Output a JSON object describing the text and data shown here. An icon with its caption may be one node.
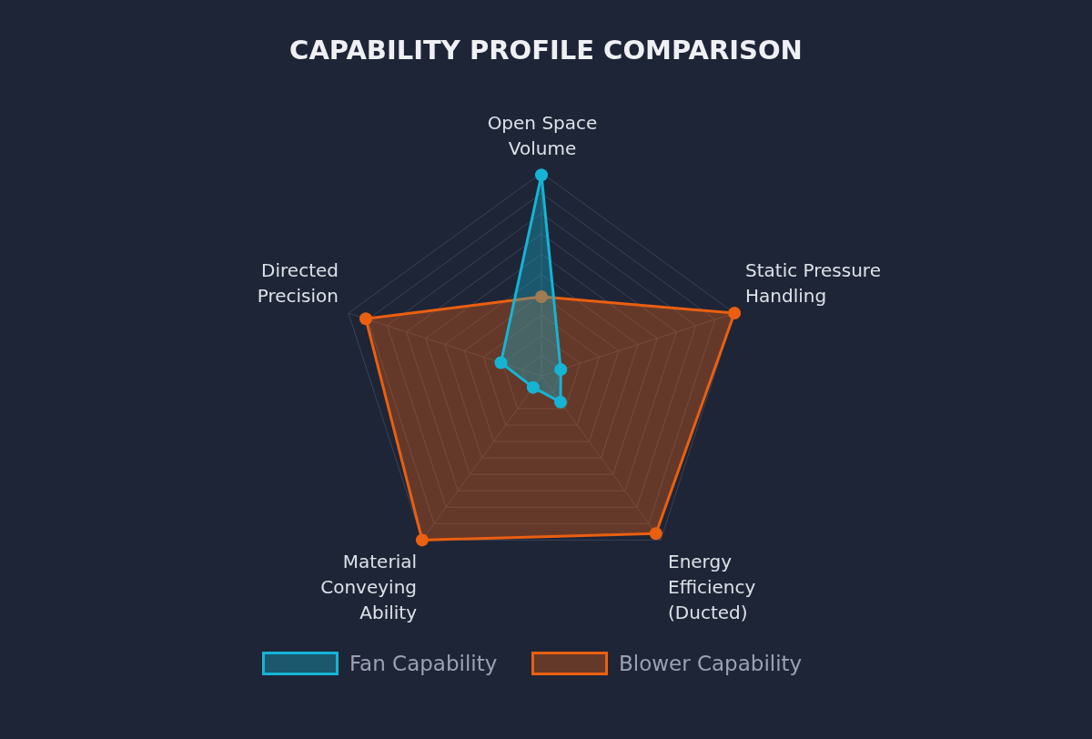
{
  "diagram": {
    "title": "CAPABILITY PROFILE COMPARISON",
    "labels": [
      "Open Space Volume",
      "Directed Precision",
      "Static Pressure Handling",
      "Material Conveying Ability",
      "Energy Efficiency (Ducted)"
    ],
    "legend": [
      {
        "text": "Fan Capability",
        "color": "#16b4d4"
      },
      {
        "text": "Blower Capability",
        "color": "#ea5f10"
      }
    ]
  }
}
